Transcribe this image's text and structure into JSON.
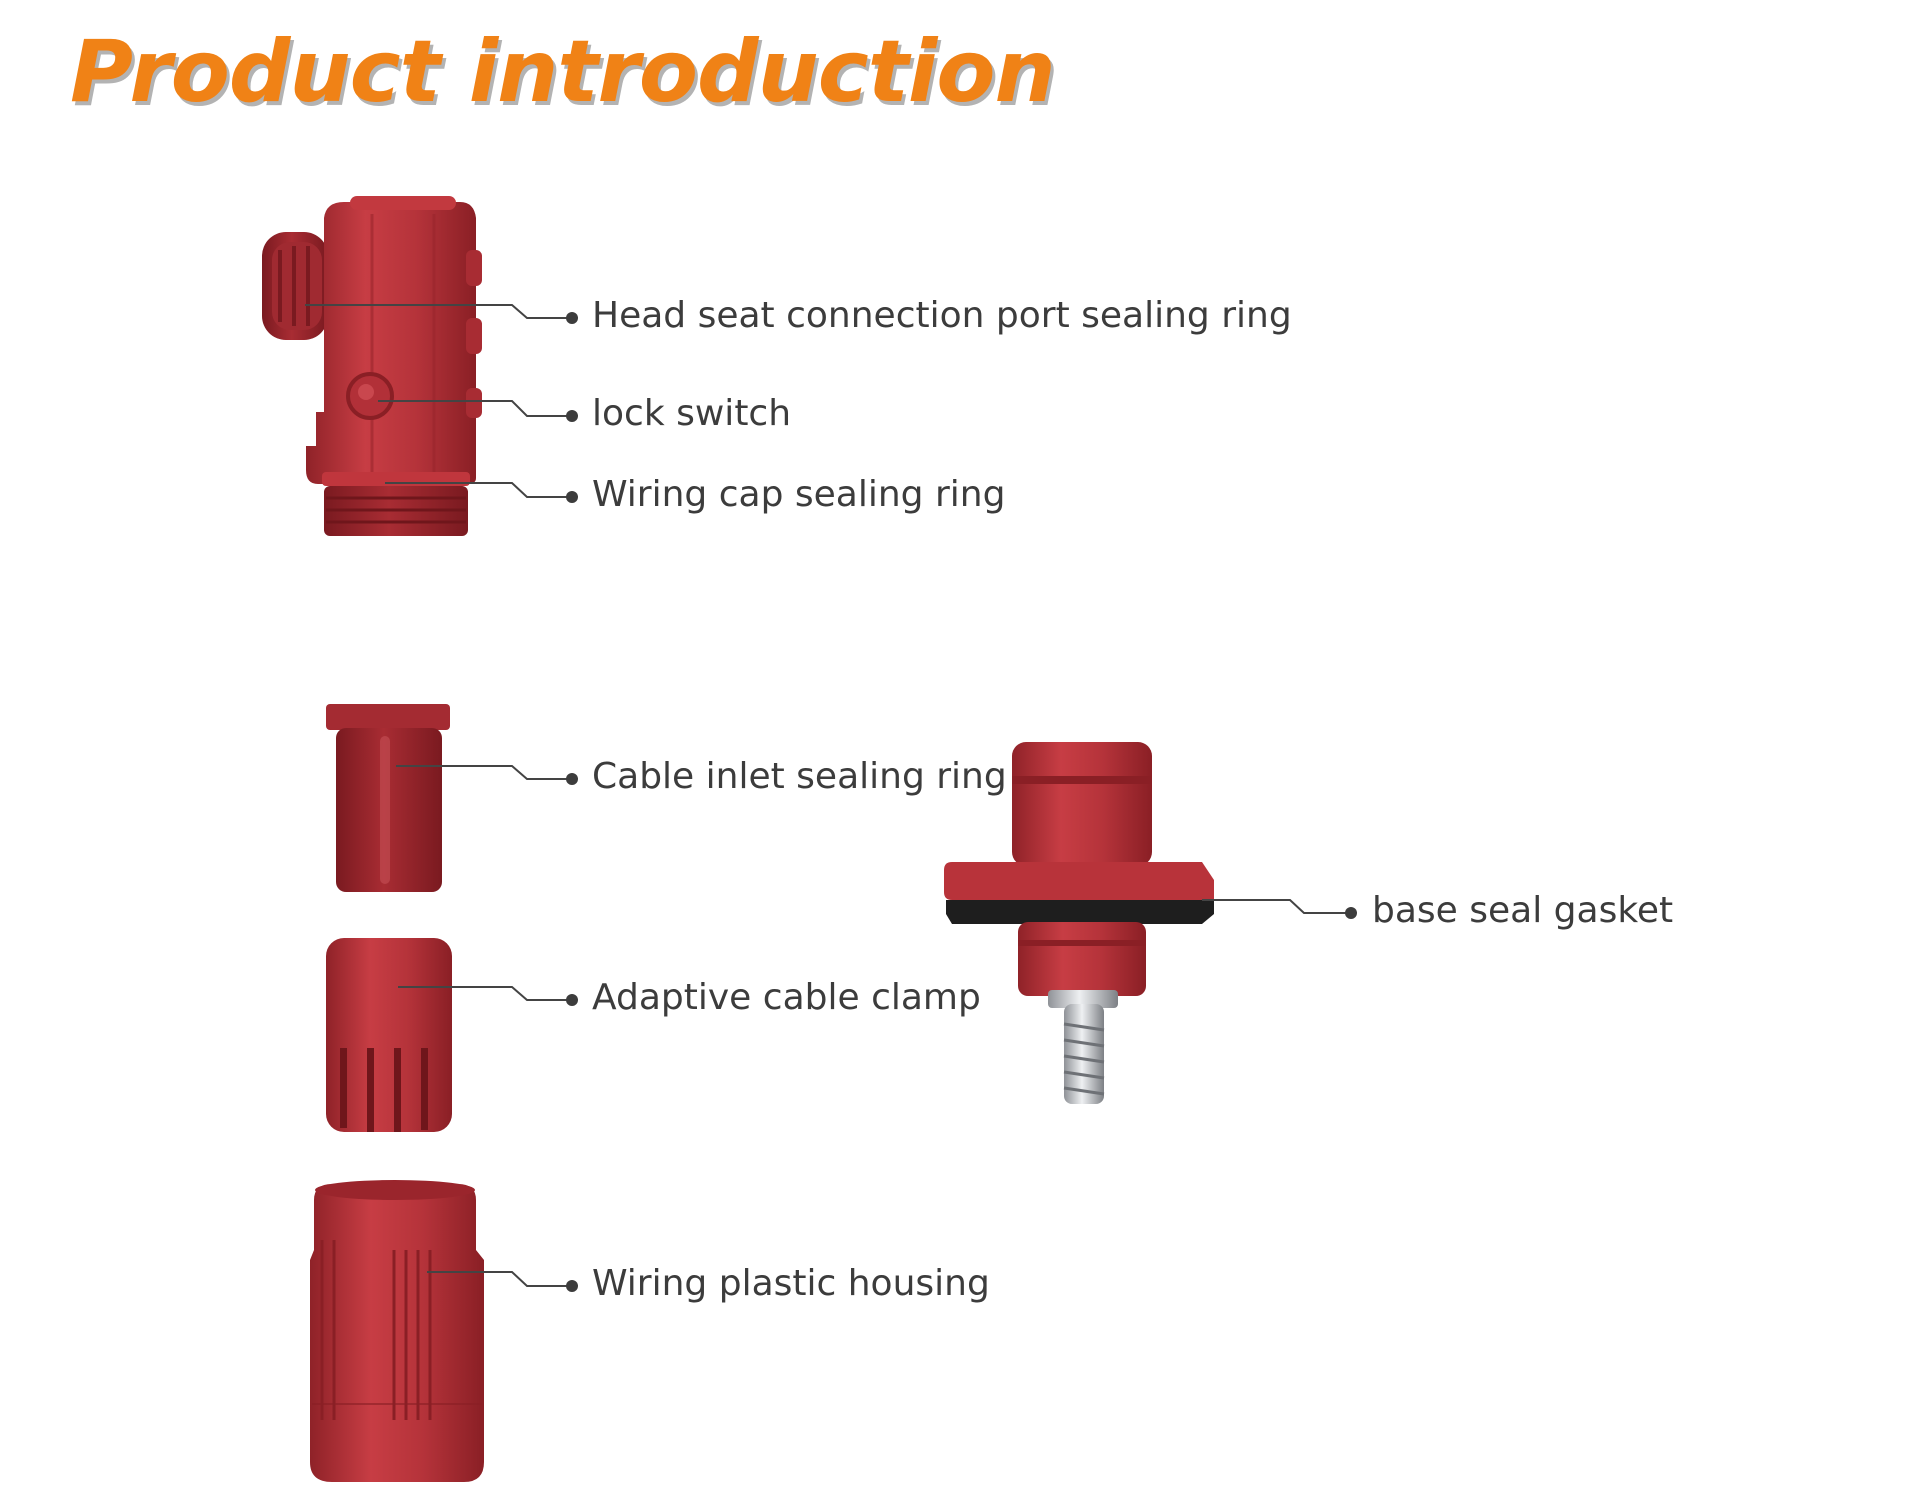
{
  "title": "Product introduction",
  "colors": {
    "title": "#f08216",
    "part_red": "#b8333a",
    "gasket": "#1e1e1e",
    "label_text": "#3c3c3c",
    "leader_line": "#444444"
  },
  "parts": {
    "head_seat": {
      "labels": {
        "port_ring": "Head seat connection port sealing ring",
        "lock_switch": "lock switch",
        "cap_ring": "Wiring cap sealing ring"
      }
    },
    "cable_inlet_ring": {
      "label": "Cable inlet sealing ring"
    },
    "cable_clamp": {
      "label": "Adaptive cable clamp"
    },
    "plastic_housing": {
      "label": "Wiring plastic housing"
    },
    "base_socket": {
      "label": "base seal gasket"
    }
  }
}
